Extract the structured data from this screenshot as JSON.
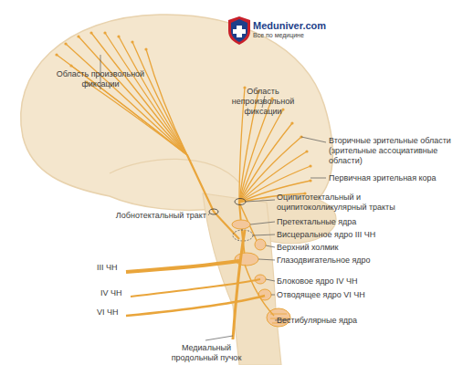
{
  "diagram": {
    "labels": [
      "Meduniver.com",
      "Все по медицине",
      "Область произвольной фиксации",
      "Область непроизвольной фиксации",
      "Вторичные зрительные области (зрительные ассоциативные области)",
      "Первичная зрительная кора",
      "Лобнотектальный тракт",
      "Оципитотектальный и оципитоколликулярный тракты",
      "Претектальные ядра",
      "Висцеральное ядро III ЧН",
      "Верхний холмик",
      "Глазодвигательное ядро",
      "Блоковое ядро IV ЧН",
      "Отводящее ядро VI ЧН",
      "Вестибулярные ядра",
      "III ЧН",
      "IV ЧН",
      "VI ЧН",
      "Медиальный продольный пучок"
    ]
  }
}
